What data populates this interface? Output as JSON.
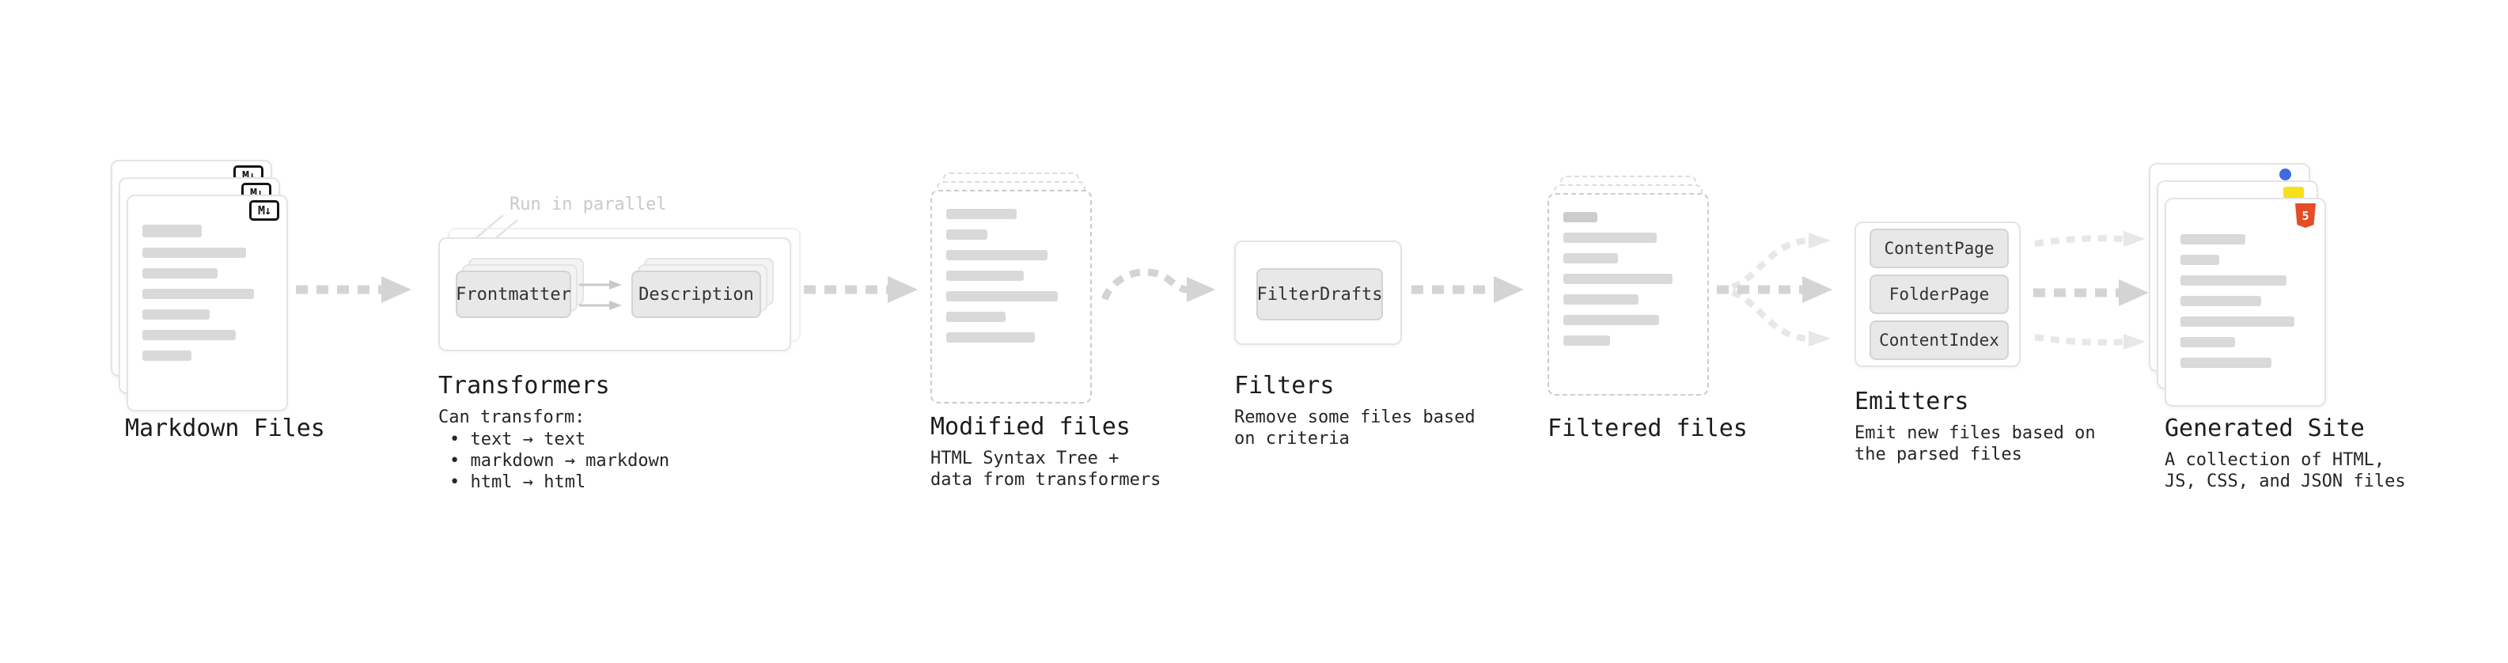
{
  "colors": {
    "arrow": "#d4d4d4",
    "arrow_light": "#e7e7e7",
    "markdown_icon": "#141414",
    "html5_icon": "#e44d26",
    "js_icon": "#f7df1e",
    "css_icon": "#3f6ae0"
  },
  "icons": {
    "markdown_label": "M↓",
    "html5_label": "5"
  },
  "stages": {
    "markdown_files": {
      "title": "Markdown Files"
    },
    "transformers": {
      "title": "Transformers",
      "parallel_label": "Run in parallel",
      "box1": "Frontmatter",
      "box2": "Description",
      "heading": "Can transform:",
      "bullets": [
        "• text → text",
        "• markdown → markdown",
        "• html → html"
      ]
    },
    "modified_files": {
      "title": "Modified files",
      "desc_line1": "HTML Syntax Tree +",
      "desc_line2": "data from transformers"
    },
    "filters": {
      "title": "Filters",
      "box1": "FilterDrafts",
      "desc_line1": "Remove some files based",
      "desc_line2": "on criteria"
    },
    "filtered_files": {
      "title": "Filtered files"
    },
    "emitters": {
      "title": "Emitters",
      "box1": "ContentPage",
      "box2": "FolderPage",
      "box3": "ContentIndex",
      "desc_line1": "Emit new files based on",
      "desc_line2": "the parsed files"
    },
    "generated_site": {
      "title": "Generated Site",
      "desc_line1": "A collection of HTML,",
      "desc_line2": "JS, CSS, and JSON files"
    }
  }
}
